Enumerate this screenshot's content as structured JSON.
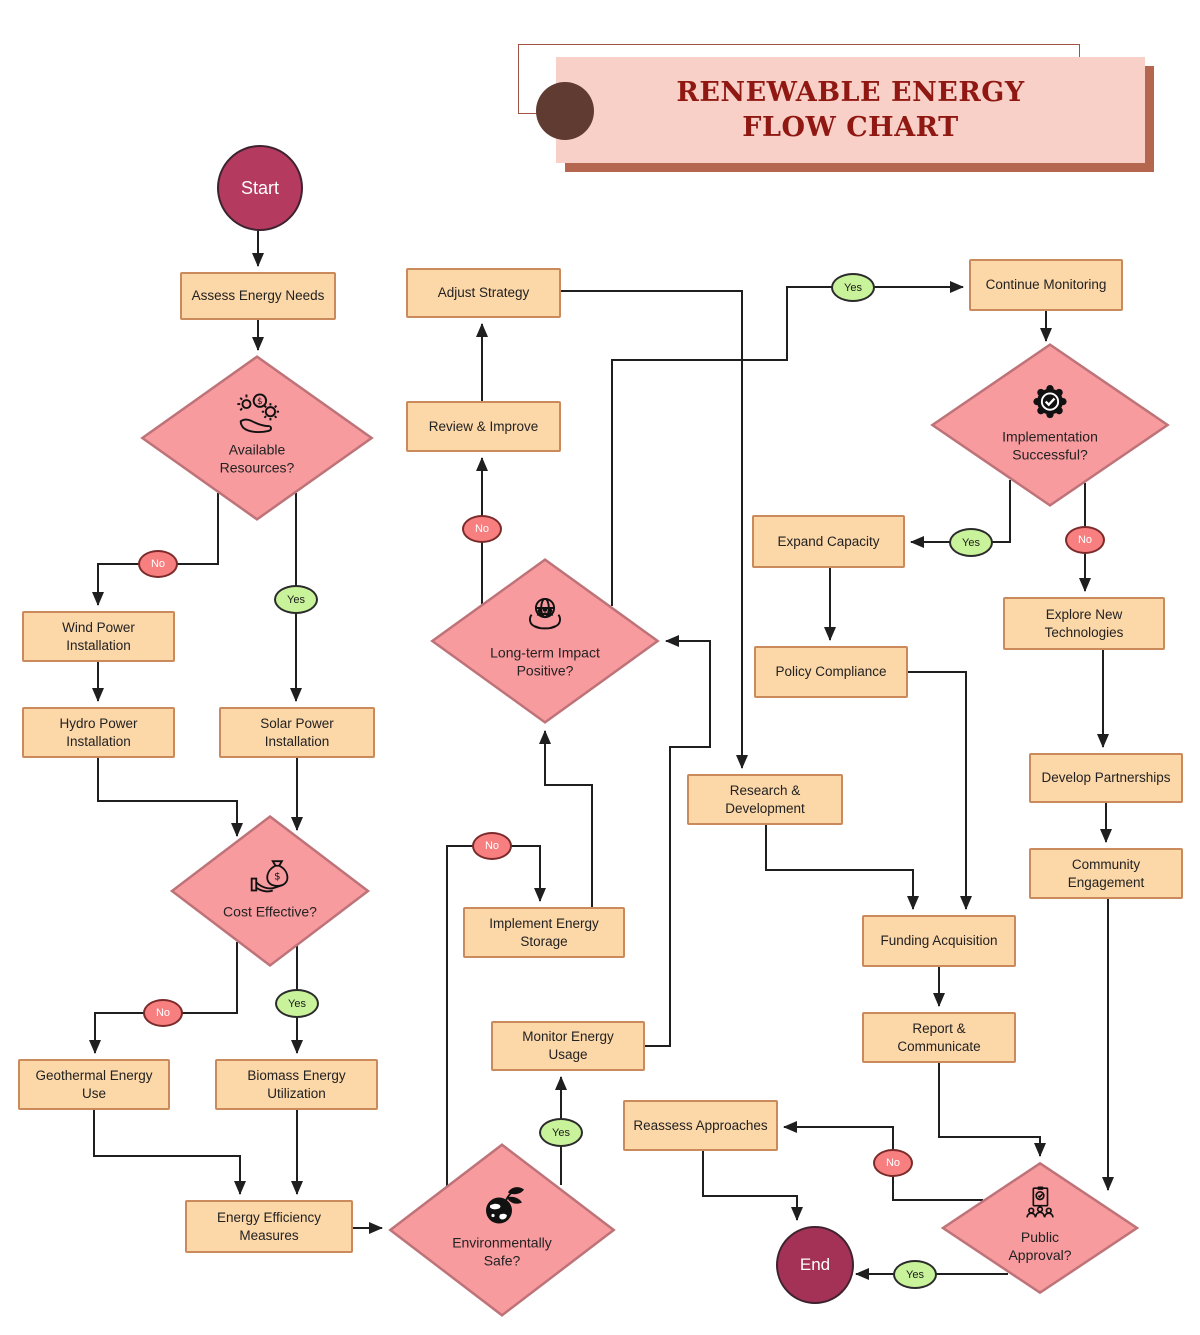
{
  "banner": {
    "title_line1": "RENEWABLE ENERGY",
    "title_line2": "FLOW CHART"
  },
  "terminals": {
    "start": "Start",
    "end": "End"
  },
  "labels": {
    "yes": "Yes",
    "no": "No"
  },
  "nodes": [
    {
      "id": "assess-energy-needs",
      "label": "Assess Energy Needs"
    },
    {
      "id": "adjust-strategy",
      "label": "Adjust Strategy"
    },
    {
      "id": "review-improve",
      "label": "Review & Improve"
    },
    {
      "id": "wind-power-installation",
      "label": "Wind Power Installation"
    },
    {
      "id": "hydro-power-installation",
      "label": "Hydro Power Installation"
    },
    {
      "id": "solar-power-installation",
      "label": "Solar Power Installation"
    },
    {
      "id": "geothermal-energy-use",
      "label": "Geothermal Energy Use"
    },
    {
      "id": "biomass-energy-utilization",
      "label": "Biomass Energy Utilization"
    },
    {
      "id": "energy-efficiency-measures",
      "label": "Energy Efficiency Measures"
    },
    {
      "id": "implement-energy-storage",
      "label": "Implement Energy Storage"
    },
    {
      "id": "monitor-energy-usage",
      "label": "Monitor Energy Usage"
    },
    {
      "id": "continue-monitoring",
      "label": "Continue Monitoring"
    },
    {
      "id": "expand-capacity",
      "label": "Expand Capacity"
    },
    {
      "id": "explore-new-technologies",
      "label": "Explore New Technologies"
    },
    {
      "id": "policy-compliance",
      "label": "Policy Compliance"
    },
    {
      "id": "research-development",
      "label": "Research & Development"
    },
    {
      "id": "develop-partnerships",
      "label": "Develop Partnerships"
    },
    {
      "id": "community-engagement",
      "label": "Community Engagement"
    },
    {
      "id": "funding-acquisition",
      "label": "Funding Acquisition"
    },
    {
      "id": "report-communicate",
      "label": "Report & Communicate"
    },
    {
      "id": "reassess-approaches",
      "label": "Reassess Approaches"
    }
  ],
  "decisions": [
    {
      "id": "available-resources",
      "label": "Available Resources?",
      "icon": "resources-icon"
    },
    {
      "id": "cost-effective",
      "label": "Cost Effective?",
      "icon": "money-bag-icon"
    },
    {
      "id": "long-term-impact-positive",
      "label": "Long-term Impact Positive?",
      "icon": "community-globe-icon"
    },
    {
      "id": "environmentally-safe",
      "label": "Environmentally Safe?",
      "icon": "earth-leaf-icon"
    },
    {
      "id": "implementation-successful",
      "label": "Implementation Successful?",
      "icon": "success-badge-icon"
    },
    {
      "id": "public-approval",
      "label": "Public Approval?",
      "icon": "public-approval-icon"
    }
  ],
  "colors": {
    "box_fill": "#fcd7a8",
    "box_border": "#ca8a5b",
    "diamond_fill": "#f89b9f",
    "diamond_border": "#bd7378",
    "yes_fill": "#c9f39a",
    "yes_border": "#2b2b2b",
    "no_fill": "#f87f80",
    "no_border": "#7c2a2a",
    "start_fill": "#b53a5f",
    "end_fill": "#a43156",
    "terminal_border": "#3f2230",
    "line_color": "#1f1f1f",
    "text_color": "#222222",
    "banner_fill": "#f8d0c8",
    "banner_shadow": "#b4664e",
    "banner_outline": "#a05340",
    "banner_circle": "#5f3b32",
    "title_color": "#901812"
  }
}
